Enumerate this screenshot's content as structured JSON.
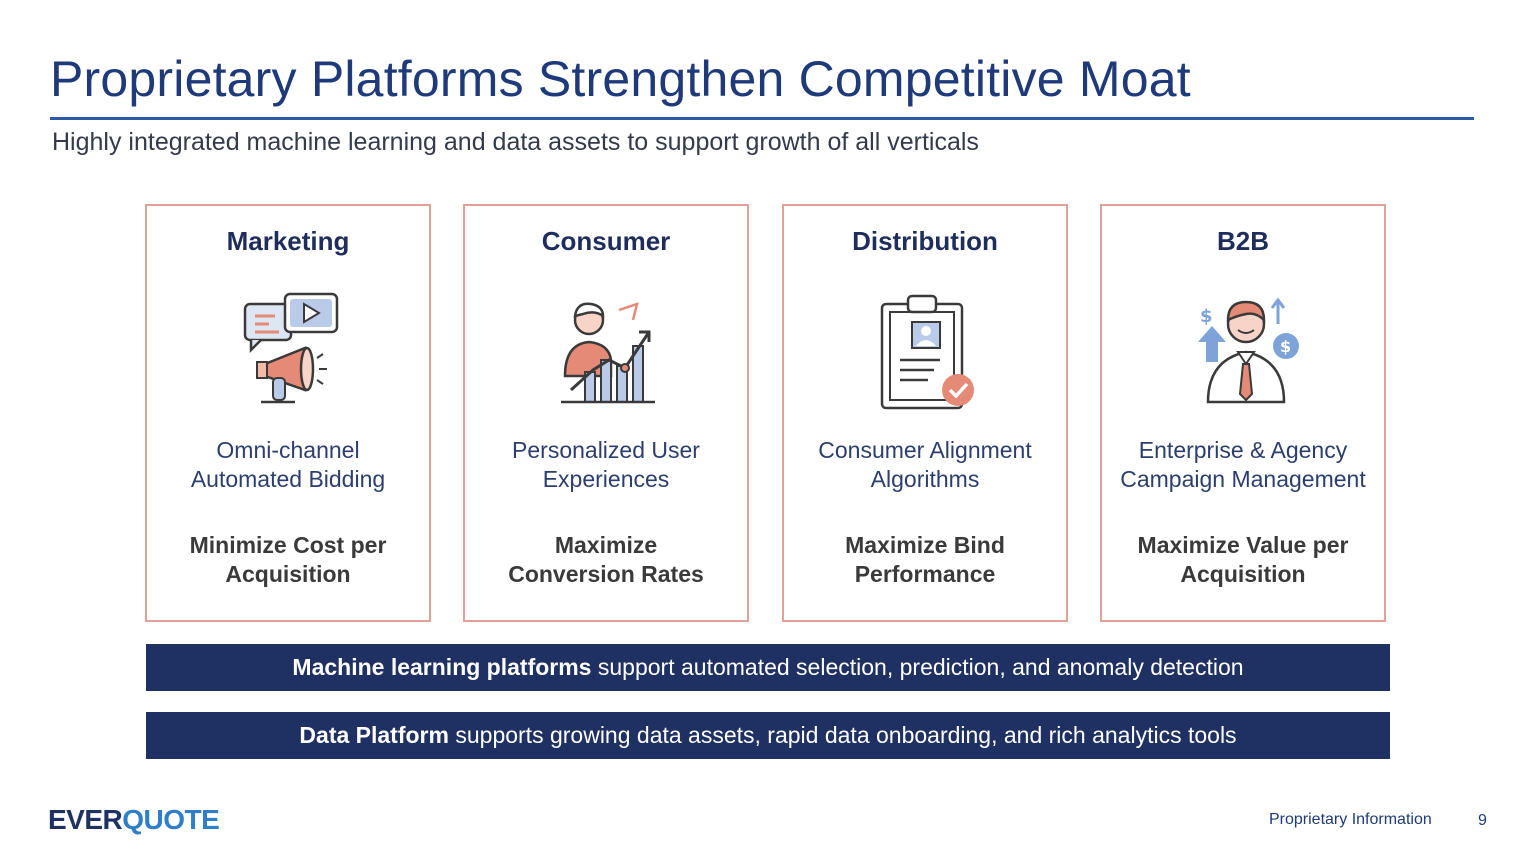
{
  "slide": {
    "title": "Proprietary Platforms Strengthen Competitive Moat",
    "subtitle": "Highly integrated machine learning and data assets to support growth of all verticals"
  },
  "cards": [
    {
      "title": "Marketing",
      "icon": "megaphone-chat-icon",
      "desc_1": "Omni-channel",
      "desc_2": "Automated Bidding",
      "goal_1": "Minimize Cost per",
      "goal_2": "Acquisition"
    },
    {
      "title": "Consumer",
      "icon": "person-growth-chart-icon",
      "desc_1": "Personalized User",
      "desc_2": "Experiences",
      "goal_1": "Maximize",
      "goal_2": "Conversion Rates"
    },
    {
      "title": "Distribution",
      "icon": "clipboard-check-icon",
      "desc_1": "Consumer Alignment",
      "desc_2": "Algorithms",
      "goal_1": "Maximize Bind",
      "goal_2": "Performance"
    },
    {
      "title": "B2B",
      "icon": "businessman-dollar-icon",
      "desc_1": "Enterprise & Agency",
      "desc_2": "Campaign Management",
      "goal_1": "Maximize Value per",
      "goal_2": "Acquisition"
    }
  ],
  "banners": {
    "ml_bold": "Machine learning platforms",
    "ml_text": " support automated selection, prediction, and anomaly detection",
    "data_bold": "Data Platform",
    "data_text": " supports growing data assets, rapid data onboarding, and rich analytics tools"
  },
  "footer": {
    "logo_part1": "EVER",
    "logo_part2": "QUOTE",
    "info": "Proprietary Information",
    "page": "9"
  },
  "colors": {
    "title": "#1f3a7a",
    "card_border": "#e2a196",
    "banner_bg": "#1f3163",
    "accent_blue": "#2f7fc8",
    "accent_salmon": "#e58a76"
  }
}
